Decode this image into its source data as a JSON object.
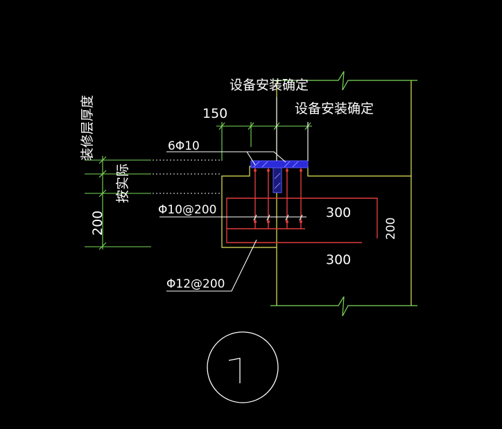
{
  "labels": {
    "equipment_install_top": "设备安装确定",
    "equipment_install_right": "设备安装确定",
    "finish_thickness": "装修层厚度",
    "per_actual": "按实际",
    "dim_150": "150",
    "dim_200_left": "200",
    "dim_300_upper": "300",
    "dim_300_lower": "300",
    "dim_200_right": "200",
    "rebar_6phi10": "6Φ10",
    "rebar_phi10_200": "Φ10@200",
    "rebar_phi12_200": "Φ12@200",
    "detail_number": "1"
  },
  "colors": {
    "background": "#000000",
    "concrete_outline": "#e8e85a",
    "rebar": "#e23c3c",
    "dimension": "#7ddc5a",
    "leader": "#ffffff",
    "text": "#ffffff",
    "embedded_steel": "#2b2bd9",
    "embedded_hatch": "#5a5aff",
    "embedded_core": "#1a1a7a"
  }
}
